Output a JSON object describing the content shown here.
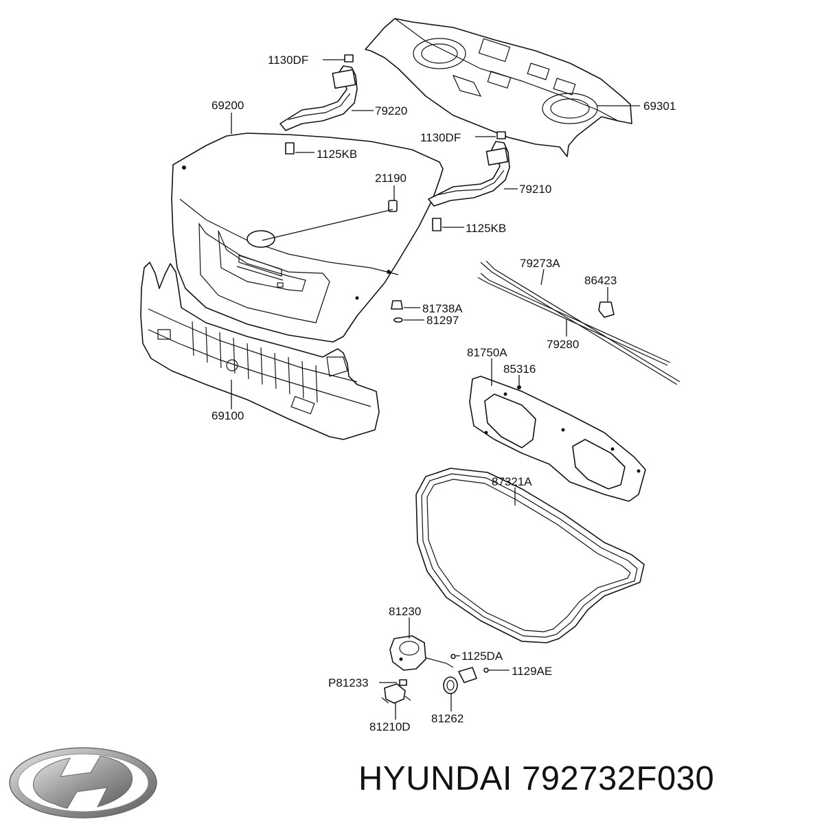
{
  "callouts": {
    "c1130df_top": "1130DF",
    "c69200": "69200",
    "c79220": "79220",
    "c69301": "69301",
    "c1125kb_top": "1125KB",
    "c1130df_mid": "1130DF",
    "c21190": "21190",
    "c79210": "79210",
    "c1125kb_mid": "1125KB",
    "c79273a": "79273A",
    "c86423": "86423",
    "c81738a": "81738A",
    "c81297": "81297",
    "c79280": "79280",
    "c81750a": "81750A",
    "c85316": "85316",
    "c69100": "69100",
    "c87321a": "87321A",
    "c81230": "81230",
    "c1125da": "1125DA",
    "c1129ae": "1129AE",
    "cp81233": "P81233",
    "c81262": "81262",
    "c81210d": "81210D"
  },
  "footer": {
    "brand": "HYUNDAI",
    "part_number": "792732F030"
  },
  "icons": {
    "logo": "hyundai-logo-icon"
  },
  "colors": {
    "line": "#111111",
    "logo_metal": "#9a9a9a"
  }
}
